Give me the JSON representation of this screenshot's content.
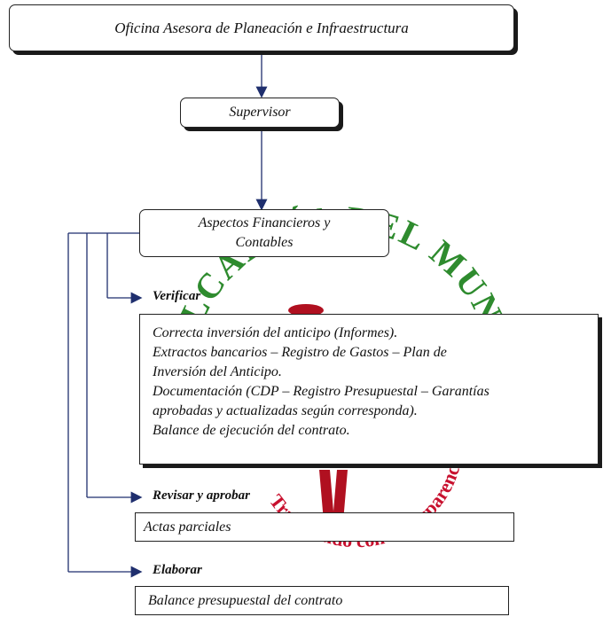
{
  "watermark": {
    "text": "ALCALDÍA DEL MUNICIPIO DE",
    "text_lower": "Trabajando con Transparencia",
    "color": "#2e8b2e",
    "accent": "#c8102e"
  },
  "top_box": {
    "label": "Oficina Asesora de Planeación e Infraestructura"
  },
  "supervisor_box": {
    "label": "Supervisor"
  },
  "aspects_box": {
    "line1": "Aspectos Financieros y",
    "line2": "Contables"
  },
  "branches": {
    "verificar": {
      "label": "Verificar",
      "items": [
        "Correcta inversión del anticipo (Informes).",
        "Extractos bancarios – Registro de Gastos – Plan de",
        "Inversión del Anticipo.",
        "Documentación (CDP – Registro Presupuestal – Garantías",
        "aprobadas y actualizadas según corresponda).",
        "Balance de ejecución del contrato."
      ]
    },
    "revisar": {
      "label": "Revisar y aprobar",
      "items": [
        "Actas parciales"
      ]
    },
    "elaborar": {
      "label": "Elaborar",
      "items": [
        "Balance presupuestal del contrato"
      ]
    }
  },
  "colors": {
    "arrow": "#1f2f6e",
    "border": "#222222"
  }
}
